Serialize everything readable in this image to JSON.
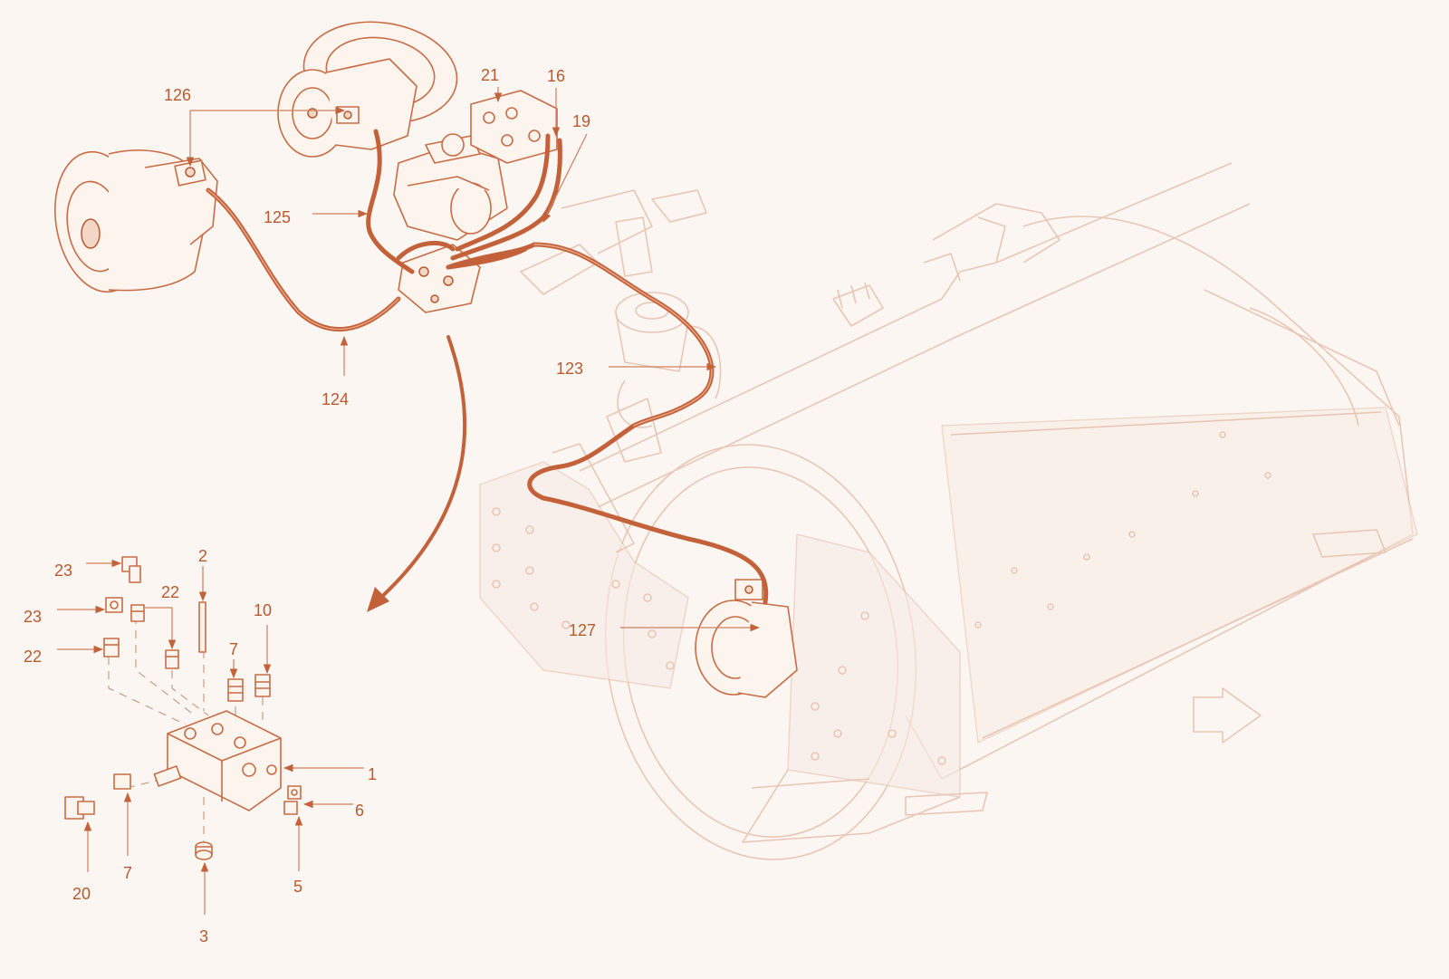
{
  "callouts": {
    "c126": "126",
    "c125": "125",
    "c124": "124",
    "c21": "21",
    "c16": "16",
    "c19": "19",
    "c123": "123",
    "c127": "127",
    "c23a": "23",
    "c23b": "23",
    "c22a": "22",
    "c22b": "22",
    "c2": "2",
    "c10": "10",
    "c7a": "7",
    "c1": "1",
    "c6": "6",
    "c5": "5",
    "c7b": "7",
    "c20": "20",
    "c3": "3"
  },
  "colors": {
    "accent": "#c3623a",
    "label": "#b9592f",
    "faint_line": "#e9c6b4",
    "background": "#fbf6f2"
  }
}
